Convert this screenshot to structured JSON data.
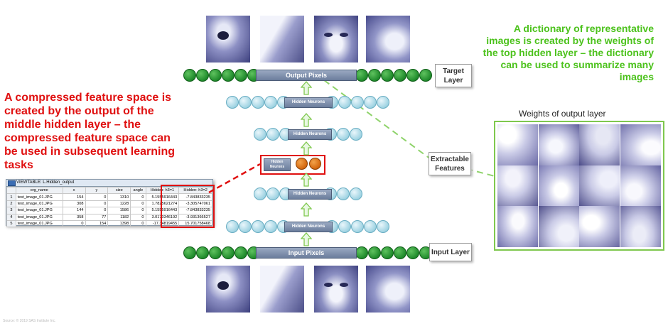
{
  "diagram": {
    "output_bar_label": "Output Pixels",
    "input_bar_label": "Input Pixels",
    "hidden_label": "Hidden Neurons",
    "middle_hidden_label": "Hidden Neurons",
    "target_layer_label": "Target Layer",
    "input_layer_label": "Input Layer",
    "extractable_label": "Extractable Features"
  },
  "annotations": {
    "left_red": "A compressed feature space is created by the output of the middle hidden layer – the compressed feature space can be used in subsequent learning tasks",
    "right_green": "A dictionary of representative images is created by the weights of the top hidden layer – the dictionary can be used to summarize many images",
    "weights_caption": "Weights of output layer"
  },
  "table": {
    "title": "VIEWTABLE: L.Hidden_output",
    "columns": [
      "",
      "org_name",
      "x",
      "y",
      "size",
      "angle",
      "Hidden: h3=1",
      "Hidden: h3=2"
    ],
    "rows": [
      [
        "1",
        "test_image_01.JPG",
        "154",
        "0",
        "1310",
        "0",
        "5.1555916443",
        "-7.843833235"
      ],
      [
        "2",
        "test_image_01.JPG",
        "308",
        "0",
        "1228",
        "0",
        "1.7825621274",
        "-3.305747061"
      ],
      [
        "3",
        "test_image_01.JPG",
        "144",
        "0",
        "1586",
        "0",
        "5.1555916443",
        "-7.843833235"
      ],
      [
        "4",
        "test_image_01.JPG",
        "358",
        "77",
        "1182",
        "0",
        "3.0170346192",
        "-3.931366527"
      ],
      [
        "5",
        "test_image_01.JPG",
        "0",
        "154",
        "1398",
        "0",
        "-17.34819455",
        "15.701758468"
      ]
    ]
  },
  "footer": "Source: © 2019 SAS Institute Inc."
}
